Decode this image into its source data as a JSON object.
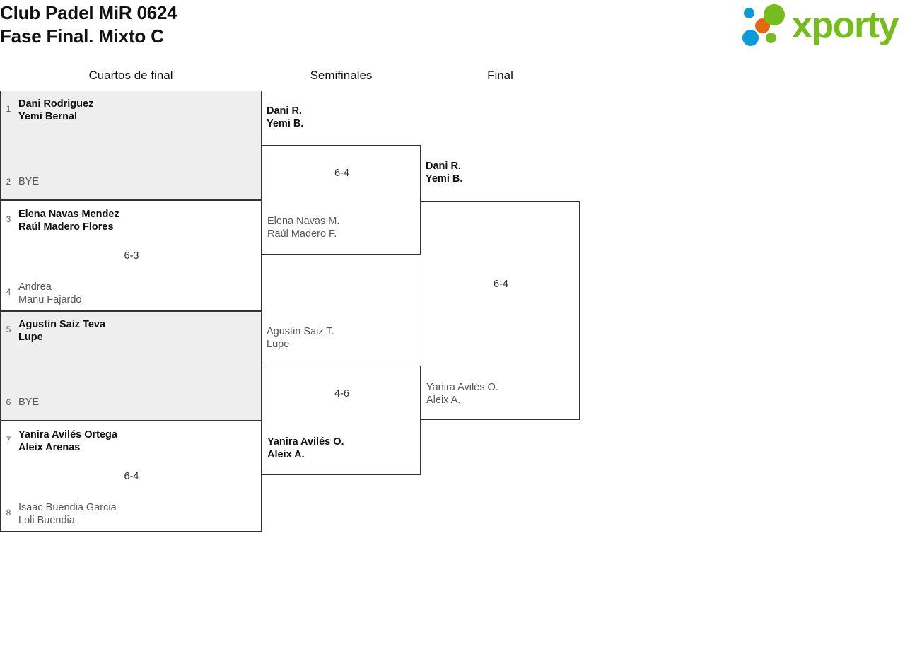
{
  "header": {
    "title_line1": "Club Padel MiR 0624",
    "title_line2": "Fase Final. Mixto C",
    "logo": {
      "wordmark": "xporty",
      "colors": {
        "green": "#76bc21",
        "blue": "#0a9bd8",
        "orange": "#e8670c"
      }
    }
  },
  "rounds": [
    {
      "label": "Cuartos de final"
    },
    {
      "label": "Semifinales"
    },
    {
      "label": "Final"
    }
  ],
  "quarterfinals": [
    {
      "score": "",
      "top": {
        "seed": "1",
        "line1": "Dani Rodriguez",
        "line2": "Yemi Bernal",
        "result": "winner"
      },
      "bottom": {
        "seed": "2",
        "line1": "BYE",
        "line2": "",
        "result": "bye"
      }
    },
    {
      "score": "6-3",
      "top": {
        "seed": "3",
        "line1": "Elena Navas Mendez",
        "line2": "Raúl Madero Flores",
        "result": "winner"
      },
      "bottom": {
        "seed": "4",
        "line1": "Andrea",
        "line2": "Manu Fajardo",
        "result": "loser"
      }
    },
    {
      "score": "",
      "top": {
        "seed": "5",
        "line1": "Agustin Saiz Teva",
        "line2": "Lupe",
        "result": "winner"
      },
      "bottom": {
        "seed": "6",
        "line1": "BYE",
        "line2": "",
        "result": "bye"
      }
    },
    {
      "score": "6-4",
      "top": {
        "seed": "7",
        "line1": "Yanira Avilés Ortega",
        "line2": "Aleix Arenas",
        "result": "winner"
      },
      "bottom": {
        "seed": "8",
        "line1": "Isaac Buendia Garcia",
        "line2": "Loli Buendia",
        "result": "loser"
      }
    }
  ],
  "semifinals": [
    {
      "score": "6-4",
      "top": {
        "line1": "Dani R.",
        "line2": "Yemi B.",
        "result": "winner"
      },
      "bottom": {
        "line1": "Elena Navas M.",
        "line2": "Raúl Madero F.",
        "result": "loser"
      }
    },
    {
      "score": "4-6",
      "top": {
        "line1": "Agustin Saiz T.",
        "line2": "Lupe",
        "result": "loser"
      },
      "bottom": {
        "line1": "Yanira Avilés O.",
        "line2": "Aleix A.",
        "result": "winner"
      }
    }
  ],
  "final": [
    {
      "score": "6-4",
      "top": {
        "line1": "Dani R.",
        "line2": "Yemi B.",
        "result": "winner"
      },
      "bottom": {
        "line1": "Yanira Avilés O.",
        "line2": "Aleix A.",
        "result": "loser"
      }
    }
  ]
}
